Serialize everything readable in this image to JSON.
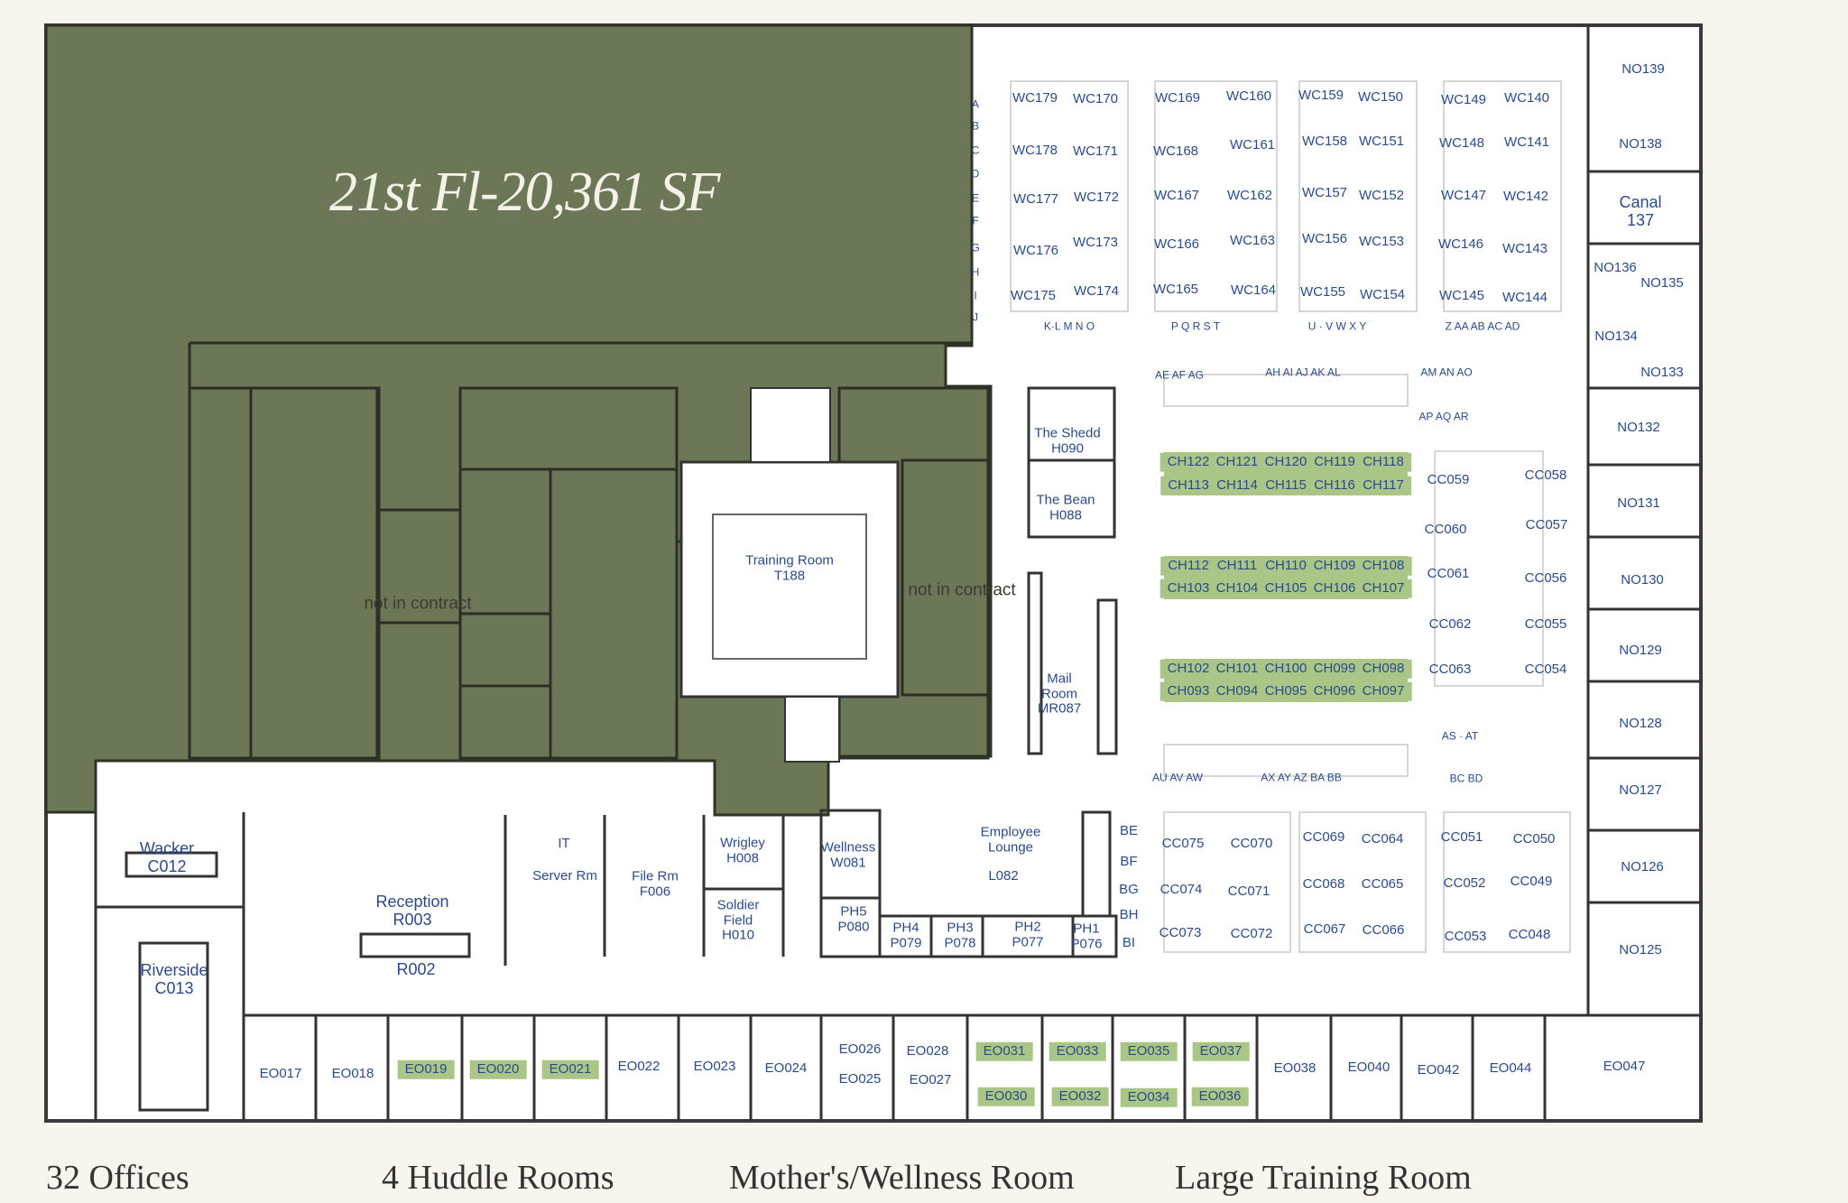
{
  "floor": {
    "title": "21st Fl-20,361 SF",
    "not_in_contract_label": "not in contract"
  },
  "colors": {
    "shaded": "#6b7756",
    "green": "#a9c687",
    "label": "#2c4a8a",
    "background": "#f7f5ee"
  },
  "rooms": {
    "training": "Training Room\nT188",
    "shedd": "The Shedd\nH090",
    "bean": "The Bean\nH088",
    "mail": "Mail\nRoom\nMR087",
    "wacker": "Wacker\nC012",
    "riverside": "Riverside\nC013",
    "reception": "Reception\nR003",
    "r002": "R002",
    "it": "IT",
    "server": "Server Rm",
    "file": "File Rm\nF006",
    "wrigley": "Wrigley\nH008",
    "soldier": "Soldier\nField\nH010",
    "wellness": "Wellness\nW081",
    "lounge": "Employee\nLounge",
    "l082": "L082",
    "canal": "Canal\n137",
    "ph5": "PH5\nP080",
    "ph4": "PH4\nP079",
    "ph3": "PH3\nP078",
    "ph2": "PH2\nP077",
    "ph1": "PH1\nP076"
  },
  "legend": [
    "32 Offices",
    "4 Huddle Rooms",
    "Mother's/Wellness Room",
    "Large Training Room"
  ],
  "labels": [
    [
      "WC179",
      1147,
      109
    ],
    [
      "WC170",
      1214,
      110
    ],
    [
      "WC169",
      1305,
      109
    ],
    [
      "WC160",
      1384,
      107
    ],
    [
      "WC159",
      1464,
      106
    ],
    [
      "WC150",
      1530,
      108
    ],
    [
      "WC149",
      1622,
      111
    ],
    [
      "WC140",
      1692,
      109
    ],
    [
      "WC178",
      1147,
      167
    ],
    [
      "WC171",
      1214,
      168
    ],
    [
      "WC168",
      1303,
      168
    ],
    [
      "WC161",
      1388,
      161
    ],
    [
      "WC158",
      1468,
      157
    ],
    [
      "WC151",
      1531,
      157
    ],
    [
      "WC148",
      1620,
      159
    ],
    [
      "WC141",
      1692,
      158
    ],
    [
      "WC177",
      1148,
      221
    ],
    [
      "WC172",
      1215,
      219
    ],
    [
      "WC167",
      1304,
      217
    ],
    [
      "WC162",
      1385,
      217
    ],
    [
      "WC157",
      1468,
      214
    ],
    [
      "WC152",
      1531,
      217
    ],
    [
      "WC147",
      1622,
      217
    ],
    [
      "WC142",
      1691,
      218
    ],
    [
      "WC176",
      1148,
      278
    ],
    [
      "WC173",
      1214,
      269
    ],
    [
      "WC166",
      1304,
      271
    ],
    [
      "WC163",
      1388,
      267
    ],
    [
      "WC156",
      1468,
      265
    ],
    [
      "WC153",
      1531,
      268
    ],
    [
      "WC146",
      1619,
      271
    ],
    [
      "WC143",
      1690,
      276
    ],
    [
      "WC175",
      1145,
      328
    ],
    [
      "WC174",
      1215,
      323
    ],
    [
      "WC165",
      1303,
      321
    ],
    [
      "WC164",
      1389,
      322
    ],
    [
      "WC155",
      1466,
      324
    ],
    [
      "WC154",
      1532,
      327
    ],
    [
      "WC145",
      1620,
      328
    ],
    [
      "WC144",
      1690,
      330
    ],
    [
      "NO139",
      1821,
      77
    ],
    [
      "NO138",
      1818,
      160
    ],
    [
      "NO136",
      1790,
      297
    ],
    [
      "NO135",
      1842,
      314
    ],
    [
      "NO134",
      1791,
      373
    ],
    [
      "NO133",
      1842,
      413
    ],
    [
      "NO132",
      1816,
      474
    ],
    [
      "NO131",
      1816,
      558
    ],
    [
      "NO130",
      1820,
      643
    ],
    [
      "NO129",
      1818,
      721
    ],
    [
      "NO128",
      1818,
      802
    ],
    [
      "NO127",
      1818,
      876
    ],
    [
      "NO126",
      1820,
      961
    ],
    [
      "NO125",
      1818,
      1053
    ],
    [
      "CC059",
      1605,
      532
    ],
    [
      "CC058",
      1713,
      527
    ],
    [
      "CC060",
      1602,
      587
    ],
    [
      "CC057",
      1714,
      582
    ],
    [
      "CC061",
      1605,
      636
    ],
    [
      "CC056",
      1713,
      641
    ],
    [
      "CC062",
      1607,
      692
    ],
    [
      "CC055",
      1713,
      692
    ],
    [
      "CC063",
      1607,
      742
    ],
    [
      "CC054",
      1713,
      742
    ],
    [
      "CC075",
      1311,
      935
    ],
    [
      "CC070",
      1387,
      935
    ],
    [
      "CC069",
      1467,
      928
    ],
    [
      "CC064",
      1532,
      930
    ],
    [
      "CC051",
      1620,
      928
    ],
    [
      "CC050",
      1700,
      930
    ],
    [
      "CC074",
      1309,
      986
    ],
    [
      "CC071",
      1384,
      988
    ],
    [
      "CC068",
      1467,
      980
    ],
    [
      "CC065",
      1532,
      980
    ],
    [
      "CC052",
      1623,
      979
    ],
    [
      "CC049",
      1697,
      977
    ],
    [
      "CC073",
      1308,
      1034
    ],
    [
      "CC072",
      1387,
      1035
    ],
    [
      "CC067",
      1468,
      1030
    ],
    [
      "CC066",
      1533,
      1031
    ],
    [
      "CC053",
      1624,
      1038
    ],
    [
      "CC048",
      1695,
      1036
    ],
    [
      "EO017",
      311,
      1190
    ],
    [
      "EO018",
      391,
      1190
    ],
    [
      "EO022",
      708,
      1182
    ],
    [
      "EO023",
      792,
      1182
    ],
    [
      "EO024",
      871,
      1184
    ],
    [
      "EO026",
      953,
      1163
    ],
    [
      "EO025",
      953,
      1196
    ],
    [
      "EO028",
      1028,
      1165
    ],
    [
      "EO027",
      1031,
      1197
    ],
    [
      "EO038",
      1435,
      1184
    ],
    [
      "EO040",
      1517,
      1183
    ],
    [
      "EO042",
      1594,
      1186
    ],
    [
      "EO044",
      1674,
      1184
    ],
    [
      "EO047",
      1800,
      1182
    ],
    [
      "BE",
      1251,
      921
    ],
    [
      "BF",
      1251,
      955
    ],
    [
      "BG",
      1251,
      986
    ],
    [
      "BH",
      1251,
      1014
    ],
    [
      "BI",
      1251,
      1045
    ]
  ],
  "green_labels": [
    [
      "EO019",
      472,
      1185
    ],
    [
      "EO020",
      552,
      1185
    ],
    [
      "EO021",
      632,
      1185
    ],
    [
      "EO031",
      1113,
      1165
    ],
    [
      "EO033",
      1194,
      1165
    ],
    [
      "EO035",
      1273,
      1165
    ],
    [
      "EO037",
      1353,
      1165
    ],
    [
      "EO030",
      1115,
      1215
    ],
    [
      "EO032",
      1197,
      1215
    ],
    [
      "EO034",
      1273,
      1216
    ],
    [
      "EO036",
      1352,
      1215
    ],
    [
      "CH122",
      1317,
      512
    ],
    [
      "CH121",
      1371,
      512
    ],
    [
      "CH120",
      1425,
      512
    ],
    [
      "CH119",
      1479,
      512
    ],
    [
      "CH118",
      1533,
      512
    ],
    [
      "CH113",
      1317,
      538
    ],
    [
      "CH114",
      1371,
      538
    ],
    [
      "CH115",
      1425,
      538
    ],
    [
      "CH116",
      1479,
      538
    ],
    [
      "CH117",
      1533,
      538
    ],
    [
      "CH112",
      1317,
      627
    ],
    [
      "CH111",
      1371,
      627
    ],
    [
      "CH110",
      1425,
      627
    ],
    [
      "CH109",
      1479,
      627
    ],
    [
      "CH108",
      1533,
      627
    ],
    [
      "CH103",
      1317,
      652
    ],
    [
      "CH104",
      1371,
      652
    ],
    [
      "CH105",
      1425,
      652
    ],
    [
      "CH106",
      1479,
      652
    ],
    [
      "CH107",
      1533,
      652
    ],
    [
      "CH102",
      1317,
      741
    ],
    [
      "CH101",
      1371,
      741
    ],
    [
      "CH100",
      1425,
      741
    ],
    [
      "CH099",
      1479,
      741
    ],
    [
      "CH098",
      1533,
      741
    ],
    [
      "CH093",
      1317,
      766
    ],
    [
      "CH094",
      1371,
      766
    ],
    [
      "CH095",
      1425,
      766
    ],
    [
      "CH096",
      1479,
      766
    ],
    [
      "CH097",
      1533,
      766
    ]
  ],
  "small_labels": [
    [
      "A",
      1081,
      116
    ],
    [
      "B",
      1081,
      140
    ],
    [
      "C",
      1081,
      167
    ],
    [
      "D",
      1081,
      193
    ],
    [
      "E",
      1081,
      220
    ],
    [
      "F",
      1081,
      245
    ],
    [
      "G",
      1081,
      275
    ],
    [
      "H",
      1081,
      302
    ],
    [
      "I",
      1081,
      328
    ],
    [
      "J",
      1081,
      352
    ],
    [
      "K·L  M  N  O",
      1185,
      362
    ],
    [
      "P Q R S T",
      1325,
      362
    ],
    [
      "U · V W X  Y",
      1482,
      362
    ],
    [
      "Z  AA  AB  AC  AD",
      1643,
      362
    ],
    [
      "AE   AF   AG",
      1307,
      416
    ],
    [
      "AH   AI   AJ   AK   AL",
      1444,
      413
    ],
    [
      "AM  AN  AO",
      1603,
      413
    ],
    [
      "AP AQ  AR",
      1600,
      462
    ],
    [
      "AS · AT",
      1618,
      816
    ],
    [
      "AU    AV    AW",
      1305,
      862
    ],
    [
      "AX   AY   AZ   BA   BB",
      1442,
      862
    ],
    [
      "BC  BD",
      1625,
      863
    ]
  ]
}
